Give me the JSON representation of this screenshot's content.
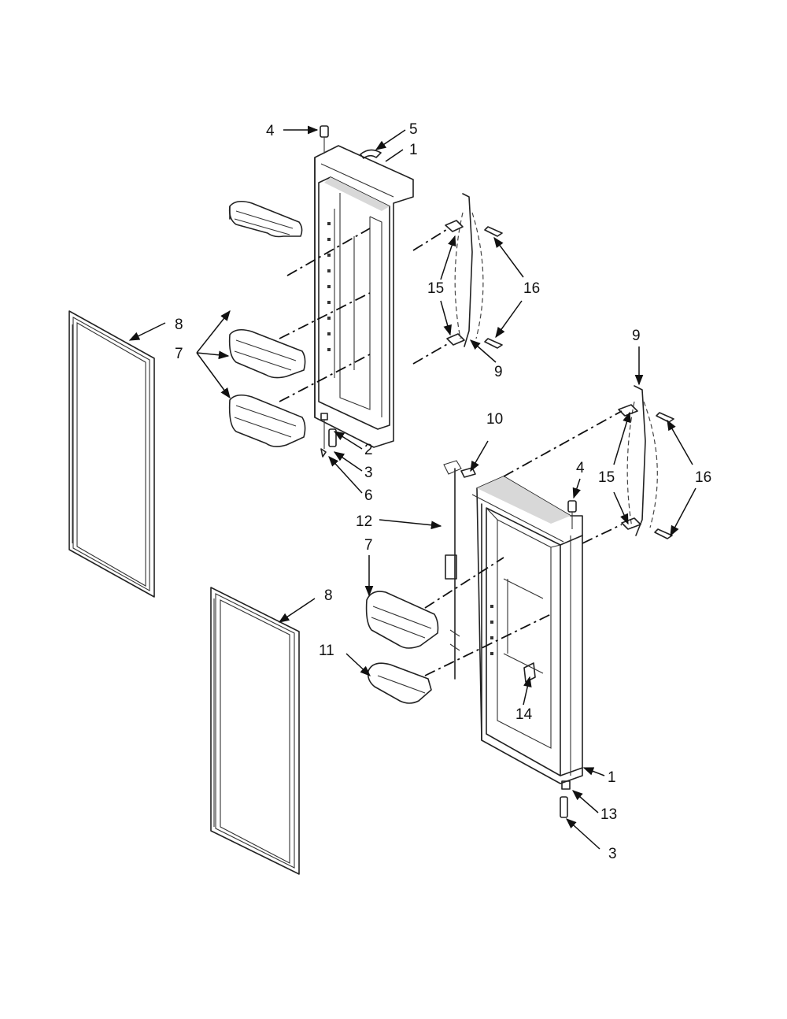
{
  "callouts": {
    "c4_top": "4",
    "c5": "5",
    "c1_top": "1",
    "c15_top": "15",
    "c16_top": "16",
    "c8_left": "8",
    "c7_left": "7",
    "c9_mid": "9",
    "c9_right": "9",
    "c2": "2",
    "c3_mid": "3",
    "c6": "6",
    "c10": "10",
    "c4_right": "4",
    "c15_right": "15",
    "c16_right": "16",
    "c12": "12",
    "c7_bottom": "7",
    "c8_bottom": "8",
    "c11": "11",
    "c14": "14",
    "c1_bottom": "1",
    "c13": "13",
    "c3_bottom": "3"
  },
  "colors": {
    "line": "#222222",
    "background": "#ffffff"
  }
}
